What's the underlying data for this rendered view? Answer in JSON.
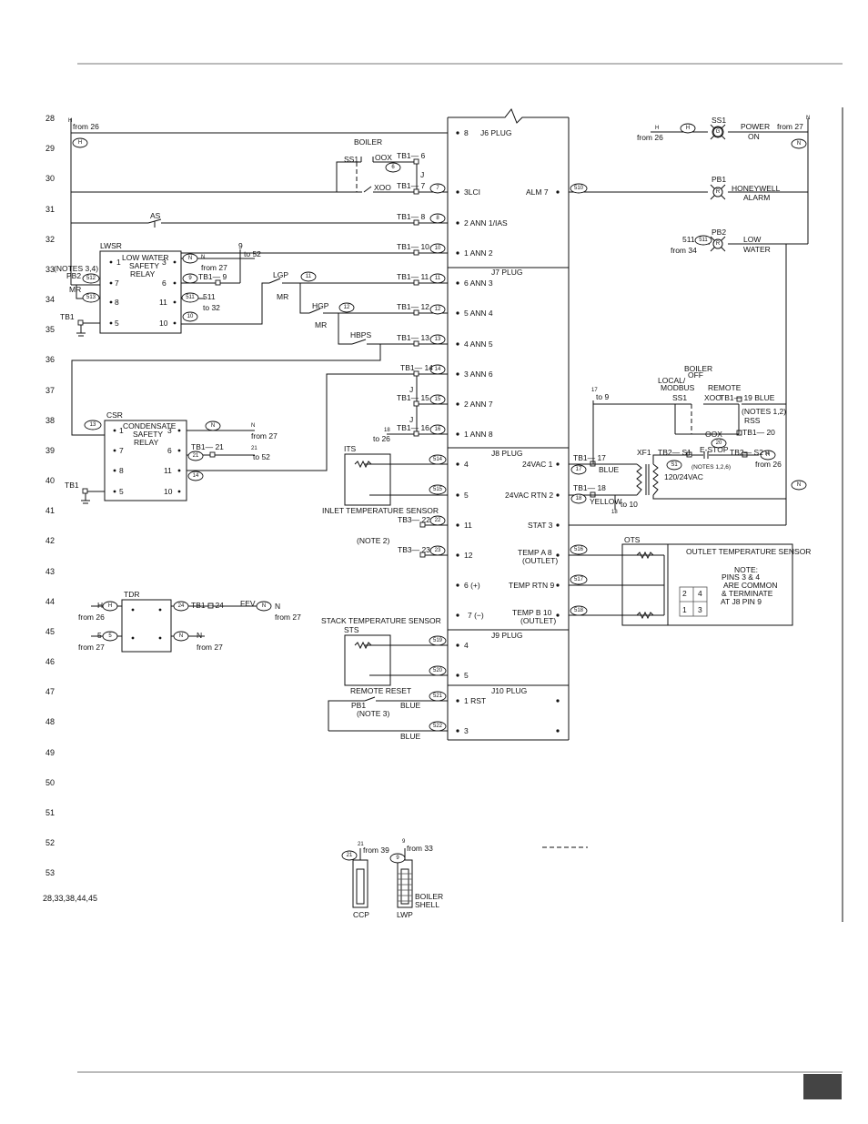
{
  "line_numbers": [
    "28",
    "29",
    "30",
    "31",
    "32",
    "33",
    "34",
    "35",
    "36",
    "37",
    "38",
    "39",
    "40",
    "41",
    "42",
    "43",
    "44",
    "45",
    "46",
    "47",
    "48",
    "49",
    "50",
    "51",
    "52",
    "53"
  ],
  "footnote_lines": "28,33,38,44,45",
  "plugs": {
    "j6": "J6 PLUG",
    "j7": "J7 PLUG",
    "j8": "J8 PLUG",
    "j9": "J9 PLUG",
    "j10": "J10 PLUG"
  },
  "plug_pins": [
    {
      "id": "j6-8",
      "text": "8"
    },
    {
      "id": "j6-3lci",
      "text": "3LCI"
    },
    {
      "id": "j6-alm7",
      "text": "ALM 7"
    },
    {
      "id": "j6-2",
      "text": "2 ANN 1/IAS"
    },
    {
      "id": "j6-1",
      "text": "1 ANN 2"
    },
    {
      "id": "j7-6",
      "text": "6 ANN 3"
    },
    {
      "id": "j7-5",
      "text": "5 ANN 4"
    },
    {
      "id": "j7-4",
      "text": "4 ANN 5"
    },
    {
      "id": "j7-3",
      "text": "3 ANN 6"
    },
    {
      "id": "j7-2",
      "text": "2 ANN 7"
    },
    {
      "id": "j7-1",
      "text": "1 ANN 8"
    },
    {
      "id": "j8-4",
      "text": "4"
    },
    {
      "id": "j8-5",
      "text": "5"
    },
    {
      "id": "j8-11",
      "text": "11"
    },
    {
      "id": "j8-12",
      "text": "12"
    },
    {
      "id": "j8-6",
      "text": "6 (+)"
    },
    {
      "id": "j8-7",
      "text": "7 (−)"
    },
    {
      "id": "j8-24vac1",
      "text": "24VAC 1"
    },
    {
      "id": "j8-24vacrtn",
      "text": "24VAC RTN 2"
    },
    {
      "id": "j8-stat",
      "text": "STAT 3"
    },
    {
      "id": "j8-tempa",
      "text": "TEMP A 8"
    },
    {
      "id": "j8-tempa-sub",
      "text": "(OUTLET)"
    },
    {
      "id": "j8-temprtn",
      "text": "TEMP RTN 9"
    },
    {
      "id": "j8-tempb",
      "text": "TEMP B 10"
    },
    {
      "id": "j8-tempb-sub",
      "text": "(OUTLET)"
    },
    {
      "id": "j9-4",
      "text": "4"
    },
    {
      "id": "j9-5",
      "text": "5"
    },
    {
      "id": "j10-1",
      "text": "1 RST"
    },
    {
      "id": "j10-3",
      "text": "3"
    }
  ],
  "labels": [
    {
      "id": "h-28",
      "text": "H"
    },
    {
      "id": "from26-28",
      "text": "from 26"
    },
    {
      "id": "boiler-top",
      "text": "BOILER"
    },
    {
      "id": "ss1-left",
      "text": "SS1"
    },
    {
      "id": "oox-top",
      "text": "OOX"
    },
    {
      "id": "xoo-top",
      "text": "XOO"
    },
    {
      "id": "tb1-6",
      "text": "TB1— 6"
    },
    {
      "id": "tb1-7",
      "text": "TB1— 7"
    },
    {
      "id": "j-29",
      "text": "J"
    },
    {
      "id": "as",
      "text": "AS"
    },
    {
      "id": "tb1-8",
      "text": "TB1— 8"
    },
    {
      "id": "lwsr",
      "text": "LWSR"
    },
    {
      "id": "lwsr-name1",
      "text": "LOW WATER"
    },
    {
      "id": "lwsr-name2",
      "text": "SAFETY"
    },
    {
      "id": "lwsr-name3",
      "text": "RELAY"
    },
    {
      "id": "tb1-10",
      "text": "TB1— 10"
    },
    {
      "id": "nine-to-52",
      "text": "9"
    },
    {
      "id": "to52-a",
      "text": "to 52"
    },
    {
      "id": "n-from27-lw",
      "text": "N"
    },
    {
      "id": "from27-lw",
      "text": "from 27"
    },
    {
      "id": "notes34",
      "text": "(NOTES 3,4)"
    },
    {
      "id": "pb2-left",
      "text": "PB2"
    },
    {
      "id": "mr-left",
      "text": "MR"
    },
    {
      "id": "tb1-9",
      "text": "TB1— 9"
    },
    {
      "id": "lgp",
      "text": "LGP"
    },
    {
      "id": "mr-lgp",
      "text": "MR"
    },
    {
      "id": "tb1-11",
      "text": "TB1— 11"
    },
    {
      "id": "b511",
      "text": "511"
    },
    {
      "id": "to32",
      "text": "to 32"
    },
    {
      "id": "hgp",
      "text": "HGP"
    },
    {
      "id": "mr-hgp",
      "text": "MR"
    },
    {
      "id": "tb1-12",
      "text": "TB1— 12"
    },
    {
      "id": "tb1-left",
      "text": "TB1"
    },
    {
      "id": "hbps",
      "text": "HBPS"
    },
    {
      "id": "tb1-13",
      "text": "TB1— 13"
    },
    {
      "id": "tb1-14",
      "text": "TB1— 14"
    },
    {
      "id": "j-37",
      "text": "J"
    },
    {
      "id": "tb1-15",
      "text": "TB1— 15"
    },
    {
      "id": "j-38",
      "text": "J"
    },
    {
      "id": "tb1-16",
      "text": "TB1— 16"
    },
    {
      "id": "e18",
      "text": "18"
    },
    {
      "id": "to26",
      "text": "to 26"
    },
    {
      "id": "csr",
      "text": "CSR"
    },
    {
      "id": "csr-name1",
      "text": "CONDENSATE"
    },
    {
      "id": "csr-name2",
      "text": "SAFETY"
    },
    {
      "id": "csr-name3",
      "text": "RELAY"
    },
    {
      "id": "n-from27-cs",
      "text": "N"
    },
    {
      "id": "from27-cs",
      "text": "from 27"
    },
    {
      "id": "tb1-21",
      "text": "TB1— 21"
    },
    {
      "id": "e21-to52",
      "text": "21"
    },
    {
      "id": "to52-b",
      "text": "to 52"
    },
    {
      "id": "tb1-left2",
      "text": "TB1"
    },
    {
      "id": "its",
      "text": "ITS"
    },
    {
      "id": "its-name",
      "text": "INLET TEMPERATURE SENSOR"
    },
    {
      "id": "tb3-22",
      "text": "TB3— 22"
    },
    {
      "id": "note2",
      "text": "(NOTE  2)"
    },
    {
      "id": "tb3-23",
      "text": "TB3— 23"
    },
    {
      "id": "tdr",
      "text": "TDR"
    },
    {
      "id": "h-tdr",
      "text": "H"
    },
    {
      "id": "from26-tdr",
      "text": "from 26"
    },
    {
      "id": "tb1-24",
      "text": "TB1— 24"
    },
    {
      "id": "fev",
      "text": "FEV"
    },
    {
      "id": "n-fev",
      "text": "N"
    },
    {
      "id": "from27-fev",
      "text": "from 27"
    },
    {
      "id": "five-tdr",
      "text": "5"
    },
    {
      "id": "from27-tdr5",
      "text": "from 27"
    },
    {
      "id": "n-tdr2",
      "text": "N"
    },
    {
      "id": "from27-tdr2",
      "text": "from 27"
    },
    {
      "id": "sts-name",
      "text": "STACK TEMPERATURE SENSOR"
    },
    {
      "id": "sts",
      "text": "STS"
    },
    {
      "id": "remote-reset",
      "text": "REMOTE  RESET"
    },
    {
      "id": "pb1-left",
      "text": "PB1"
    },
    {
      "id": "blue-j10-1",
      "text": "BLUE"
    },
    {
      "id": "note3",
      "text": "(NOTE  3)"
    },
    {
      "id": "blue-j10-3",
      "text": "BLUE"
    },
    {
      "id": "ccp-from",
      "text": "21"
    },
    {
      "id": "ccp-from2",
      "text": "from  39"
    },
    {
      "id": "lwp-from",
      "text": "9"
    },
    {
      "id": "lwp-from2",
      "text": "from  33"
    },
    {
      "id": "ccp",
      "text": "CCP"
    },
    {
      "id": "lwp",
      "text": "LWP"
    },
    {
      "id": "boiler-shell1",
      "text": "BOILER"
    },
    {
      "id": "boiler-shell2",
      "text": "SHELL"
    },
    {
      "id": "h-right",
      "text": "H"
    },
    {
      "id": "from26-right",
      "text": "from 26"
    },
    {
      "id": "ss1-right",
      "text": "SS1"
    },
    {
      "id": "power-on1",
      "text": "POWER"
    },
    {
      "id": "power-on2",
      "text": "ON"
    },
    {
      "id": "from27-right",
      "text": "from 27"
    },
    {
      "id": "n-right",
      "text": "N"
    },
    {
      "id": "pb1-right",
      "text": "PB1"
    },
    {
      "id": "honeywell",
      "text": "HONEYWELL"
    },
    {
      "id": "alarm",
      "text": "ALARM"
    },
    {
      "id": "e511-right",
      "text": "511"
    },
    {
      "id": "from34",
      "text": "from  34"
    },
    {
      "id": "pb2-right",
      "text": "PB2"
    },
    {
      "id": "low",
      "text": "LOW"
    },
    {
      "id": "water",
      "text": "WATER"
    },
    {
      "id": "boiler-off1",
      "text": "BOILER"
    },
    {
      "id": "boiler-off2",
      "text": "OFF"
    },
    {
      "id": "local-modbus1",
      "text": "LOCAL/"
    },
    {
      "id": "local-modbus2",
      "text": "MODBUS"
    },
    {
      "id": "remote",
      "text": "REMOTE"
    },
    {
      "id": "e17-to9",
      "text": "17"
    },
    {
      "id": "to9",
      "text": "to  9"
    },
    {
      "id": "ss1-mid",
      "text": "SS1"
    },
    {
      "id": "xoo-mid",
      "text": "XOO"
    },
    {
      "id": "tb1-19",
      "text": "TB1— 19  BLUE"
    },
    {
      "id": "notes12",
      "text": "(NOTES 1,2)"
    },
    {
      "id": "rss",
      "text": "RSS"
    },
    {
      "id": "oox-mid",
      "text": "OOX"
    },
    {
      "id": "tb1-20",
      "text": "TB1— 20"
    },
    {
      "id": "tb1-17",
      "text": "TB1— 17"
    },
    {
      "id": "blue-17",
      "text": "BLUE"
    },
    {
      "id": "xf1",
      "text": "XF1"
    },
    {
      "id": "tb2-s1",
      "text": "TB2— S1"
    },
    {
      "id": "estop",
      "text": "E-STOP"
    },
    {
      "id": "tb2-s2",
      "text": "TB2— S2"
    },
    {
      "id": "h-estop",
      "text": "H"
    },
    {
      "id": "from26-estop",
      "text": "from  26"
    },
    {
      "id": "notes126",
      "text": "(NOTES 1,2,6)"
    },
    {
      "id": "xfmr",
      "text": "120/24VAC"
    },
    {
      "id": "tb1-18",
      "text": "TB1— 18"
    },
    {
      "id": "yellow",
      "text": "YELLOW"
    },
    {
      "id": "e18-to10",
      "text": "18"
    },
    {
      "id": "to10",
      "text": "to  10"
    },
    {
      "id": "ots",
      "text": "OTS"
    },
    {
      "id": "ots-name",
      "text": "OUTLET TEMPERATURE SENSOR"
    },
    {
      "id": "note-h",
      "text": "NOTE:"
    },
    {
      "id": "note-1",
      "text": "PINS  3  &  4"
    },
    {
      "id": "note-2",
      "text": "ARE  COMMON"
    },
    {
      "id": "note-3",
      "text": "&  TERMINATE"
    },
    {
      "id": "note-4",
      "text": "AT  J8  PIN  9"
    },
    {
      "id": "ots-p2",
      "text": "2"
    },
    {
      "id": "ots-p4",
      "text": "4"
    },
    {
      "id": "ots-p1",
      "text": "1"
    },
    {
      "id": "ots-p3",
      "text": "3"
    }
  ],
  "relay_pins": [
    {
      "id": "lw1",
      "text": "1"
    },
    {
      "id": "lw3",
      "text": "3"
    },
    {
      "id": "lw6",
      "text": "6"
    },
    {
      "id": "lw7",
      "text": "7"
    },
    {
      "id": "lw8",
      "text": "8"
    },
    {
      "id": "lw11",
      "text": "11"
    },
    {
      "id": "lw5",
      "text": "5"
    },
    {
      "id": "lw10",
      "text": "10"
    },
    {
      "id": "cs1",
      "text": "1"
    },
    {
      "id": "cs3",
      "text": "3"
    },
    {
      "id": "cs7",
      "text": "7"
    },
    {
      "id": "cs6",
      "text": "6"
    },
    {
      "id": "cs8",
      "text": "8"
    },
    {
      "id": "cs11",
      "text": "11"
    },
    {
      "id": "cs5",
      "text": "5"
    },
    {
      "id": "cs10",
      "text": "10"
    }
  ],
  "bubbles": [
    {
      "id": "b-h29",
      "text": "H"
    },
    {
      "id": "b-6",
      "text": "6"
    },
    {
      "id": "b-7",
      "text": "7"
    },
    {
      "id": "b-8",
      "text": "8"
    },
    {
      "id": "b-10a",
      "text": "10"
    },
    {
      "id": "b-n-lw",
      "text": "N"
    },
    {
      "id": "b-512",
      "text": "512"
    },
    {
      "id": "b-9",
      "text": "9"
    },
    {
      "id": "b-11a",
      "text": "11"
    },
    {
      "id": "b-11b",
      "text": "11"
    },
    {
      "id": "b-513",
      "text": "513"
    },
    {
      "id": "b-511",
      "text": "511"
    },
    {
      "id": "b-12a",
      "text": "12"
    },
    {
      "id": "b-12b",
      "text": "12"
    },
    {
      "id": "b-10b",
      "text": "10"
    },
    {
      "id": "b-13",
      "text": "13"
    },
    {
      "id": "b-14a",
      "text": "14"
    },
    {
      "id": "b-15",
      "text": "15"
    },
    {
      "id": "b-16",
      "text": "16"
    },
    {
      "id": "b-13c",
      "text": "13"
    },
    {
      "id": "b-n-cs",
      "text": "N"
    },
    {
      "id": "b-21a",
      "text": "21"
    },
    {
      "id": "b-14b",
      "text": "14"
    },
    {
      "id": "b-514",
      "text": "514"
    },
    {
      "id": "b-515",
      "text": "515"
    },
    {
      "id": "b-22",
      "text": "22"
    },
    {
      "id": "b-23",
      "text": "23"
    },
    {
      "id": "b-h-tdr",
      "text": "H"
    },
    {
      "id": "b-24",
      "text": "24"
    },
    {
      "id": "b-n-fev",
      "text": "N"
    },
    {
      "id": "b-5",
      "text": "5"
    },
    {
      "id": "b-n-tdr",
      "text": "N"
    },
    {
      "id": "b-519",
      "text": "519"
    },
    {
      "id": "b-520",
      "text": "520"
    },
    {
      "id": "b-521",
      "text": "521"
    },
    {
      "id": "b-522",
      "text": "522"
    },
    {
      "id": "b-21b",
      "text": "21"
    },
    {
      "id": "b-9b",
      "text": "9"
    },
    {
      "id": "b-h-right",
      "text": "H"
    },
    {
      "id": "b-n-right",
      "text": "N"
    },
    {
      "id": "b-510",
      "text": "510"
    },
    {
      "id": "b-511r",
      "text": "511"
    },
    {
      "id": "b-17",
      "text": "17"
    },
    {
      "id": "b-18",
      "text": "18"
    },
    {
      "id": "b-20",
      "text": "20"
    },
    {
      "id": "b-s1",
      "text": "S1"
    },
    {
      "id": "b-h-estop",
      "text": "H"
    },
    {
      "id": "b-n-mid",
      "text": "N"
    },
    {
      "id": "b-516",
      "text": "516"
    },
    {
      "id": "b-517",
      "text": "517"
    },
    {
      "id": "b-518",
      "text": "518"
    }
  ],
  "lamps": [
    {
      "id": "lamp-ss1",
      "text": "G"
    },
    {
      "id": "lamp-pb1",
      "text": "R"
    },
    {
      "id": "lamp-pb2",
      "text": "R"
    }
  ]
}
